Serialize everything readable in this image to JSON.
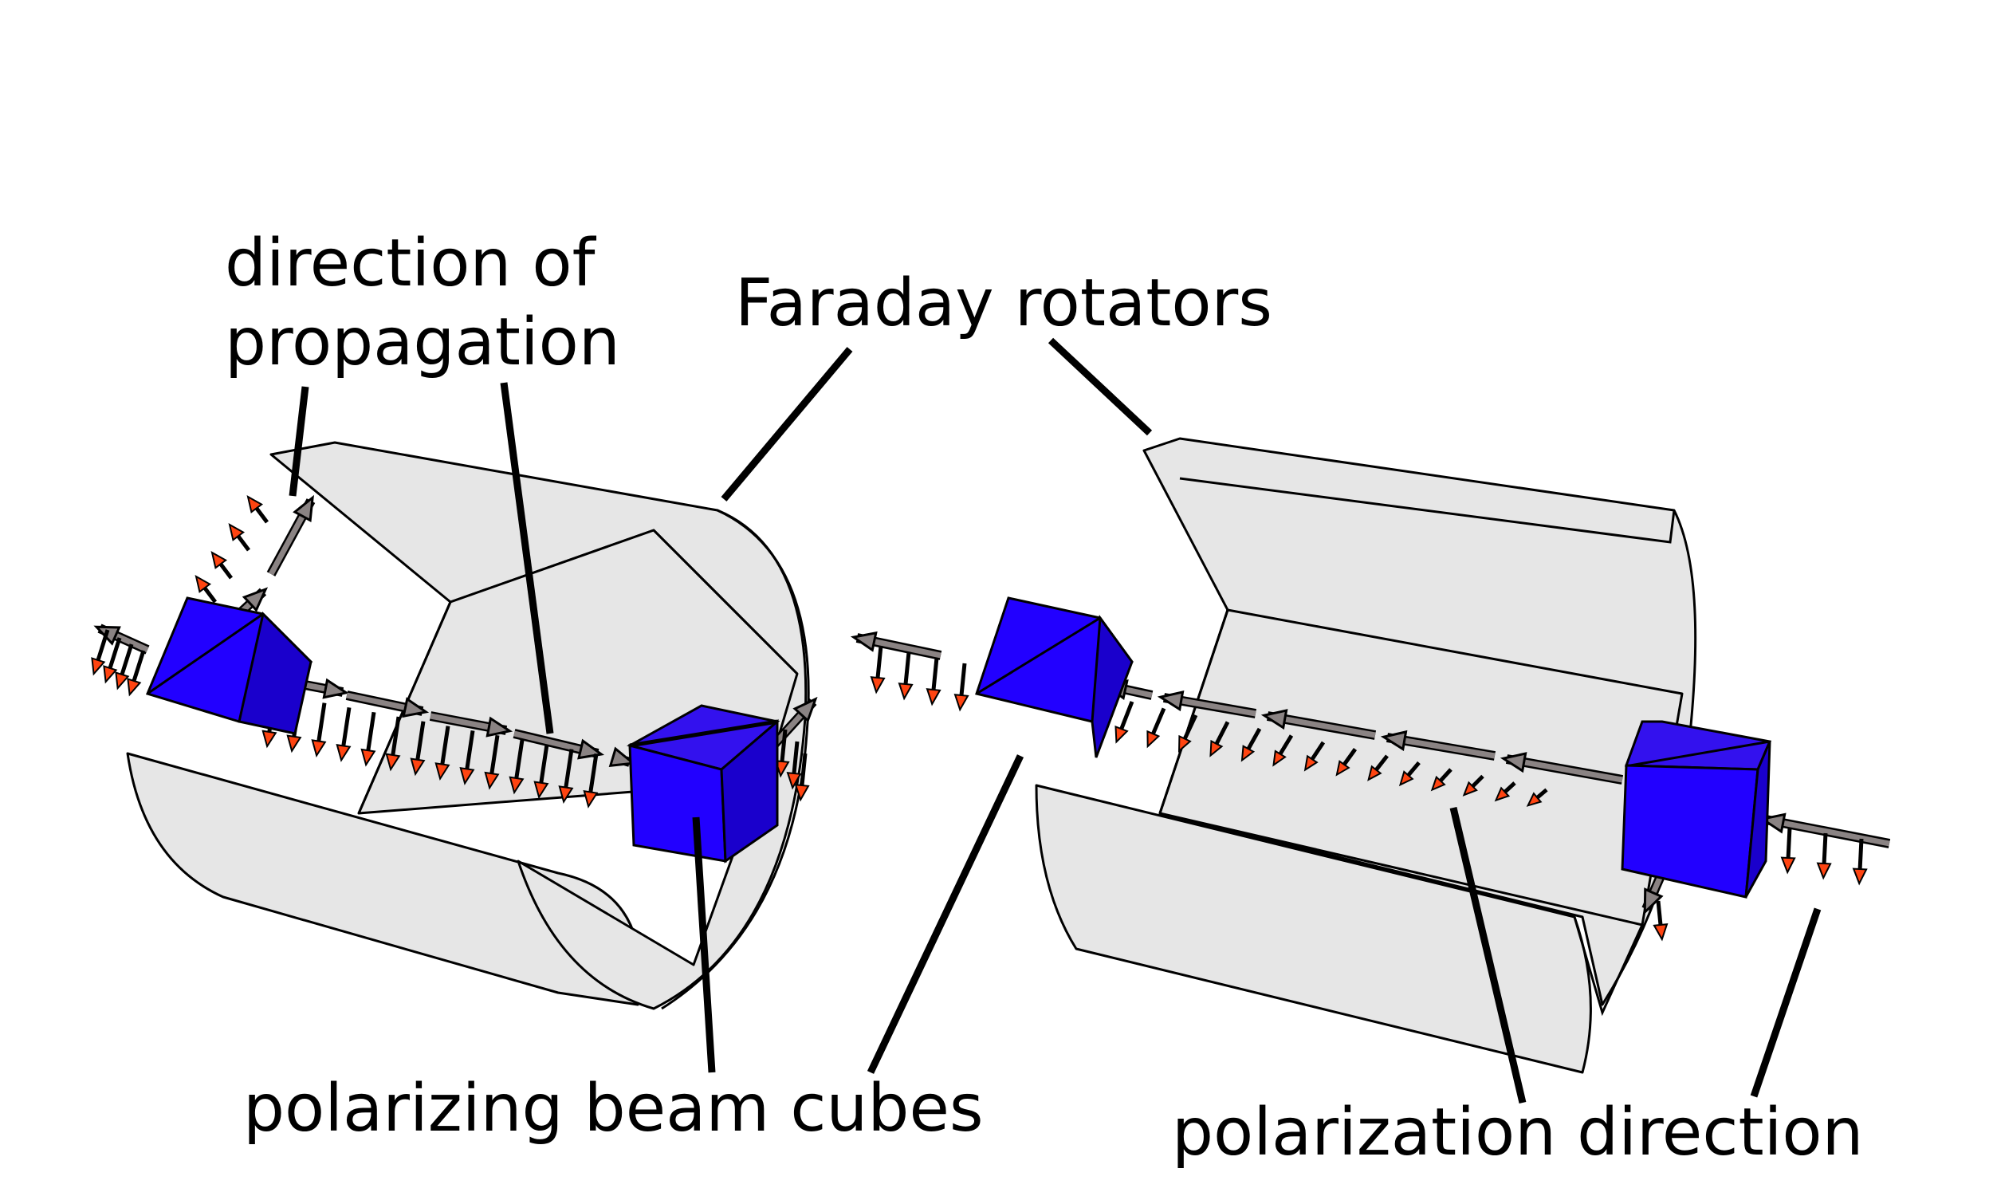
{
  "labels": {
    "direction_line1": "direction of",
    "direction_line2": "propagation",
    "faraday": "Faraday rotators",
    "cubes": "polarizing beam cubes",
    "polarization": "polarization direction"
  },
  "colors": {
    "background": "#ffffff",
    "cylinder_fill": "#e6e6e6",
    "cube_front": "#2200ff",
    "cube_top": "#3311ee",
    "cube_side": "#1a00cc",
    "arrow_shaft": "#8a8383",
    "polarization_tip": "#ff4411",
    "outline": "#000000"
  },
  "icons": {
    "propagation_arrow": "gray-arrow-icon",
    "polarization_arrow": "red-arrow-icon"
  }
}
